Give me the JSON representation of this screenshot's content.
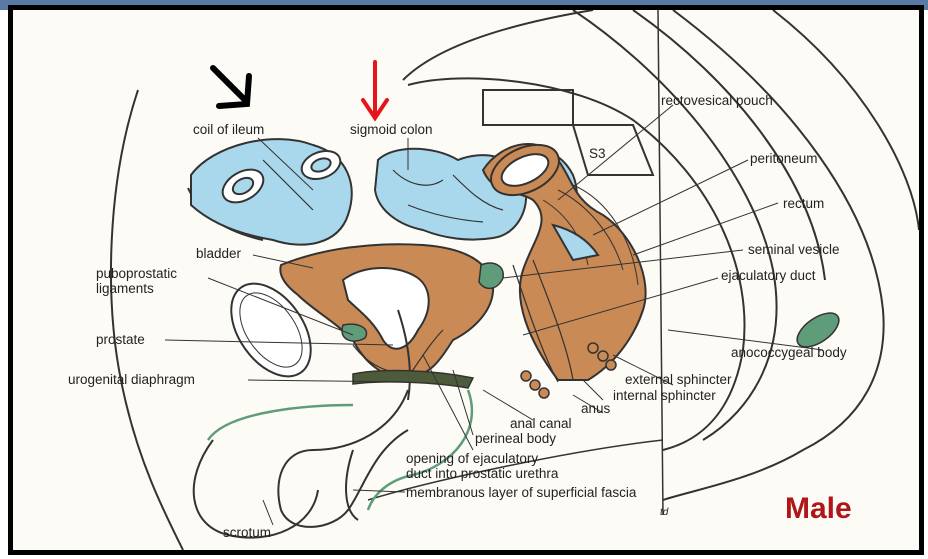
{
  "diagram": {
    "labels": {
      "coil_of_ileum": "coil of  ileum",
      "sigmoid_colon": "sigmoid colon",
      "rectovesical_pouch": "rectovesical pouch",
      "s3": "S3",
      "peritoneum": "peritoneum",
      "rectum": "rectum",
      "bladder": "bladder",
      "seminal_vesicle": "seminal vesicle",
      "puboprostatic_1": "puboprostatic",
      "puboprostatic_2": "ligaments",
      "ejaculatory_duct": "ejaculatory duct",
      "prostate": "prostate",
      "anococcygeal_body": "anococcygeal body",
      "urogenital_diaphragm": "urogenital diaphragm",
      "external_sphincter": "external sphincter",
      "internal_sphincter": "internal sphincter",
      "anus": "anus",
      "anal_canal": "anal canal",
      "perineal_body": "perineal body",
      "opening_1": "opening of ejaculatory",
      "opening_2": "duct into prostatic urethra",
      "membranous_layer": "membranous layer of superficial fascia",
      "scrotum": "scrotum",
      "initials": "td"
    },
    "caption": "Male",
    "colors": {
      "intestine": "#a9d8ec",
      "muscle": "#c98a55",
      "green_tissue": "#5f9c7a",
      "frame": "#000000",
      "caption": "#b0151a",
      "black_arrow": "#000000",
      "red_arrow": "#e8141c"
    }
  }
}
